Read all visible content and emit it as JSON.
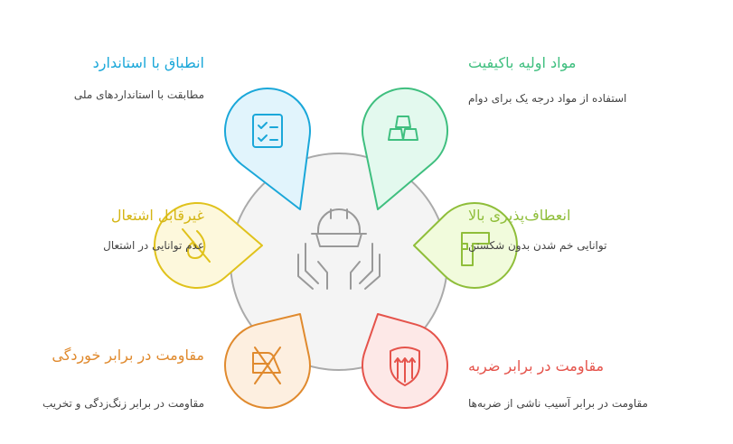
{
  "center_icon": "hard-hat-hands-icon",
  "items": [
    {
      "title": "مواد اولیه باکیفیت",
      "desc": "استفاده از مواد درجه یک برای دوام",
      "color": "#3fbf7f",
      "fill": "#e3f9ee",
      "icon": "gold-bars-icon"
    },
    {
      "title": "انعطاف‌پذیری بالا",
      "desc": "توانایی خم شدن بدون شکستن",
      "color": "#8fbe3a",
      "fill": "#f1fbdc",
      "icon": "bent-pipe-icon"
    },
    {
      "title": "مقاومت در برابر ضربه",
      "desc": "مقاومت در برابر آسیب ناشی از ضربه‌ها",
      "color": "#e5534b",
      "fill": "#fde8e7",
      "icon": "shield-arrows-icon"
    },
    {
      "title": "مقاومت در برابر خوردگی",
      "desc": "مقاومت در برابر زنگ‌زدگی و تخریب",
      "color": "#e08a2e",
      "fill": "#fdefe0",
      "icon": "no-iron-icon"
    },
    {
      "title": "غیرقابل اشتعال",
      "desc": "عدم توانایی در اشتعال",
      "color": "#e0c21c",
      "fill": "#fdf8dc",
      "icon": "no-fire-icon"
    },
    {
      "title": "انطباق با استاندارد",
      "desc": "مطابقت با استانداردهای ملی",
      "color": "#1aa7d9",
      "fill": "#e1f4fc",
      "icon": "checklist-icon"
    }
  ]
}
